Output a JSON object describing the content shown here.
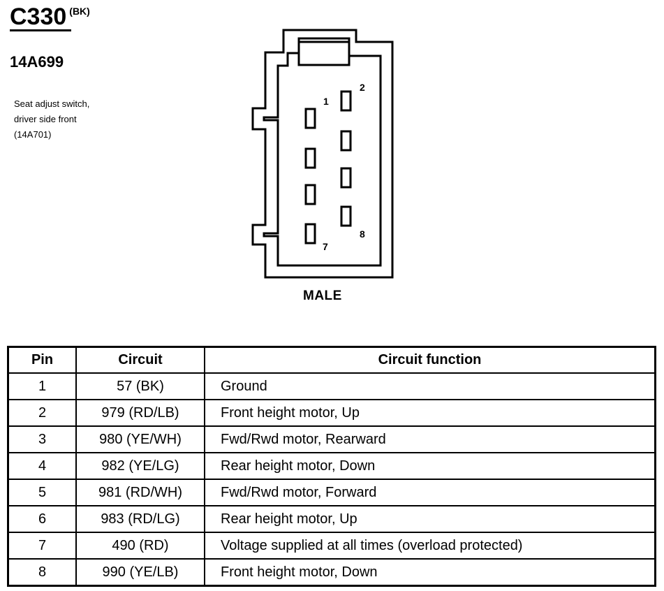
{
  "header": {
    "connector_id": "C330",
    "connector_color": "(BK)",
    "part_number": "14A699",
    "description_lines": [
      "Seat adjust switch,",
      "driver side front",
      "(14A701)"
    ]
  },
  "diagram": {
    "view_label": "MALE",
    "pin_labels": {
      "p1": "1",
      "p2": "2",
      "p7": "7",
      "p8": "8"
    }
  },
  "table": {
    "headers": {
      "pin": "Pin",
      "circuit": "Circuit",
      "function": "Circuit function"
    },
    "rows": [
      {
        "pin": "1",
        "circuit": "57 (BK)",
        "function": "Ground"
      },
      {
        "pin": "2",
        "circuit": "979 (RD/LB)",
        "function": "Front height motor, Up"
      },
      {
        "pin": "3",
        "circuit": "980 (YE/WH)",
        "function": "Fwd/Rwd motor, Rearward"
      },
      {
        "pin": "4",
        "circuit": "982 (YE/LG)",
        "function": "Rear height motor, Down"
      },
      {
        "pin": "5",
        "circuit": "981 (RD/WH)",
        "function": "Fwd/Rwd motor, Forward"
      },
      {
        "pin": "6",
        "circuit": "983 (RD/LG)",
        "function": "Rear height motor, Up"
      },
      {
        "pin": "7",
        "circuit": "490 (RD)",
        "function": "Voltage supplied at all times (overload protected)"
      },
      {
        "pin": "8",
        "circuit": "990 (YE/LB)",
        "function": "Front height motor, Down"
      }
    ]
  }
}
